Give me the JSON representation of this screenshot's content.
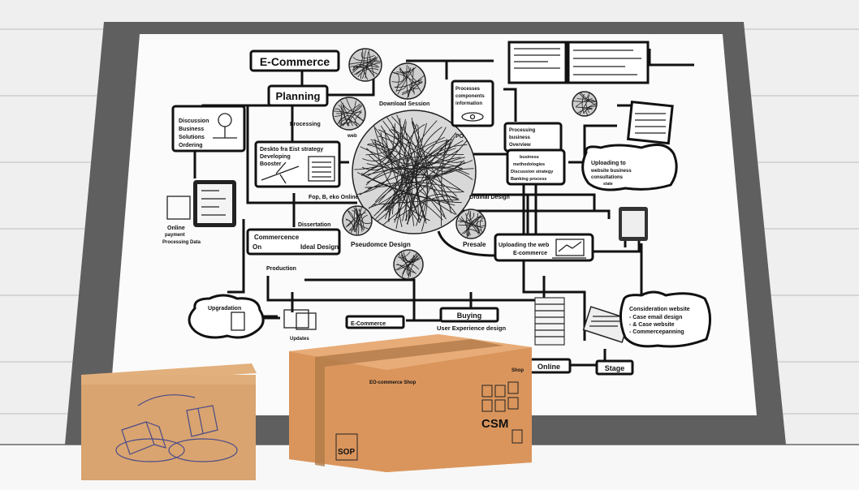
{
  "poster": {
    "title_box": "E-Commerce",
    "planning_box": "Planning",
    "left_box": [
      "Discussion",
      "Business",
      "Solutions",
      "Ordering"
    ],
    "center_left_box": [
      "Deskto fra  Eist strategy",
      "Developing",
      "Booster"
    ],
    "label_processing": "Processing",
    "label_web": "web",
    "label_download": "Download  Session",
    "label_po": "PO",
    "right_top_box": [
      "Processes",
      "components",
      "information"
    ],
    "right_mid_box_a": [
      "Processing",
      "business",
      "Overview"
    ],
    "right_mid_box_b": [
      "business",
      "methodologies",
      "Discussion strategy",
      "Banking process"
    ],
    "cloud_right": [
      "Uploading to",
      "website business",
      "consultations",
      "state"
    ],
    "label_fop": "Fop, B, eko Online",
    "label_ordinal": "Ordinal Design",
    "label_dissertation": "Dissertation",
    "commerce_box": [
      "Commercence",
      "On",
      "Ideal Design"
    ],
    "label_production": "Production",
    "label_pseudo": "Pseudomce Design",
    "label_presale": "Presale",
    "laptop_box": [
      "Uploading the web",
      "E-commerce"
    ],
    "left_tablet_text": [
      "Online",
      "payment",
      "Processing Data"
    ],
    "cloud_left": "Upgradation",
    "label_updates": "Updates",
    "ecommerce_small": "E-Commerce",
    "buying_box": "Buying",
    "label_user": "User Experience design",
    "online_box": "Online",
    "stage_box": "Stage",
    "cloud_bottom_right": [
      "Consideration website",
      "- Case email design",
      "- & Case website",
      "- Commercepanning"
    ]
  },
  "boxes": {
    "large_box_text": "EO-commerce Shop",
    "large_box_corner": "Shop",
    "large_box_logo": "CSM",
    "large_box_stamp": "SOP"
  },
  "colors": {
    "cardboard": "#d9985e",
    "frame": "#5f5f5f",
    "poster": "#fbfbfb"
  }
}
